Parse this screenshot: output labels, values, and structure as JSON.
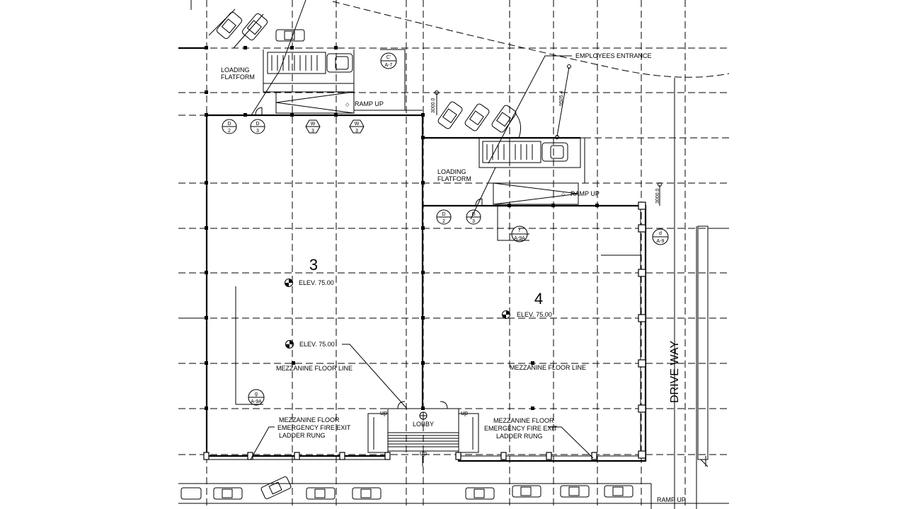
{
  "plan": {
    "units": [
      {
        "number": "3",
        "elevation": "ELEV. 75.00"
      },
      {
        "number": "4",
        "elevation": "ELEV. 75.00"
      }
    ],
    "extra_elevation": "ELEV. 75.00",
    "loading_platform_label_1": "LOADING",
    "loading_platform_label_2": "FLATFORM",
    "ramp_up": "RAMP UP",
    "employees_entrance": "EMPLOYEES ENTRANCE",
    "mezzanine_floor_line": "MEZZANINE FLOOR LINE",
    "mezzanine_floor": "MEZZANINE FLOOR",
    "emergency_fire_exit": "EMERGENCY FIRE EXIT",
    "ladder_rung": "LADDER RUNG",
    "lobby": "LOBBY",
    "up": "up",
    "driveway": "DRIVE WAY",
    "dimension_3000": "3000.0",
    "dimension_9505": "9505.4",
    "section_marks": [
      {
        "top": "C'",
        "bottom": "A-7"
      },
      {
        "top": "f",
        "bottom": "A-9A"
      },
      {
        "top": "d",
        "bottom": "A-9"
      },
      {
        "top": "g",
        "bottom": "A-9A"
      }
    ],
    "door_tags": [
      {
        "top": "D",
        "bottom": "2"
      },
      {
        "top": "D",
        "bottom": "3"
      },
      {
        "top": "D",
        "bottom": "2"
      },
      {
        "top": "D",
        "bottom": "3"
      }
    ],
    "window_tags": [
      {
        "top": "W",
        "bottom": "3"
      },
      {
        "top": "W",
        "bottom": "3"
      }
    ]
  }
}
